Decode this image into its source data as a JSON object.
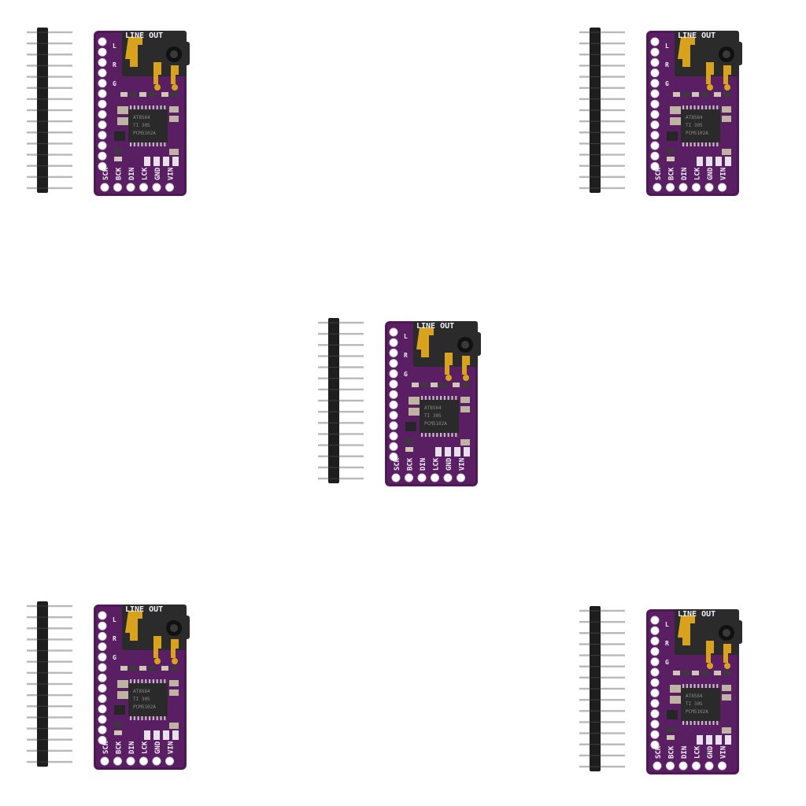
{
  "colors": {
    "background": "#ffffff",
    "pcb": "#5a1f63",
    "pcb_dark": "#431449",
    "silkscreen": "#f2eef6",
    "pad": "#ffffff",
    "gold": "#d8a21c",
    "header_plastic": "#1e1e1e",
    "header_pin": "#b9b9b9",
    "chip": "#2a2a2a",
    "jack": "#2b2b2b"
  },
  "board": {
    "title_silk": "LINE OUT",
    "channel_silk": [
      "L",
      "R",
      "G"
    ],
    "chip_marking_line1": "PCM5102A",
    "chip_marking_line2": "TI 30S",
    "chip_marking_line3": "AT8S64",
    "pin_labels": [
      "SCK",
      "BCK",
      "DIN",
      "LCK",
      "GND",
      "VIN"
    ],
    "side_pin_count": 13,
    "header_pin_count": 15
  },
  "modules": [
    {
      "id": "top-left"
    },
    {
      "id": "top-right"
    },
    {
      "id": "center"
    },
    {
      "id": "bottom-left"
    },
    {
      "id": "bottom-right"
    }
  ]
}
